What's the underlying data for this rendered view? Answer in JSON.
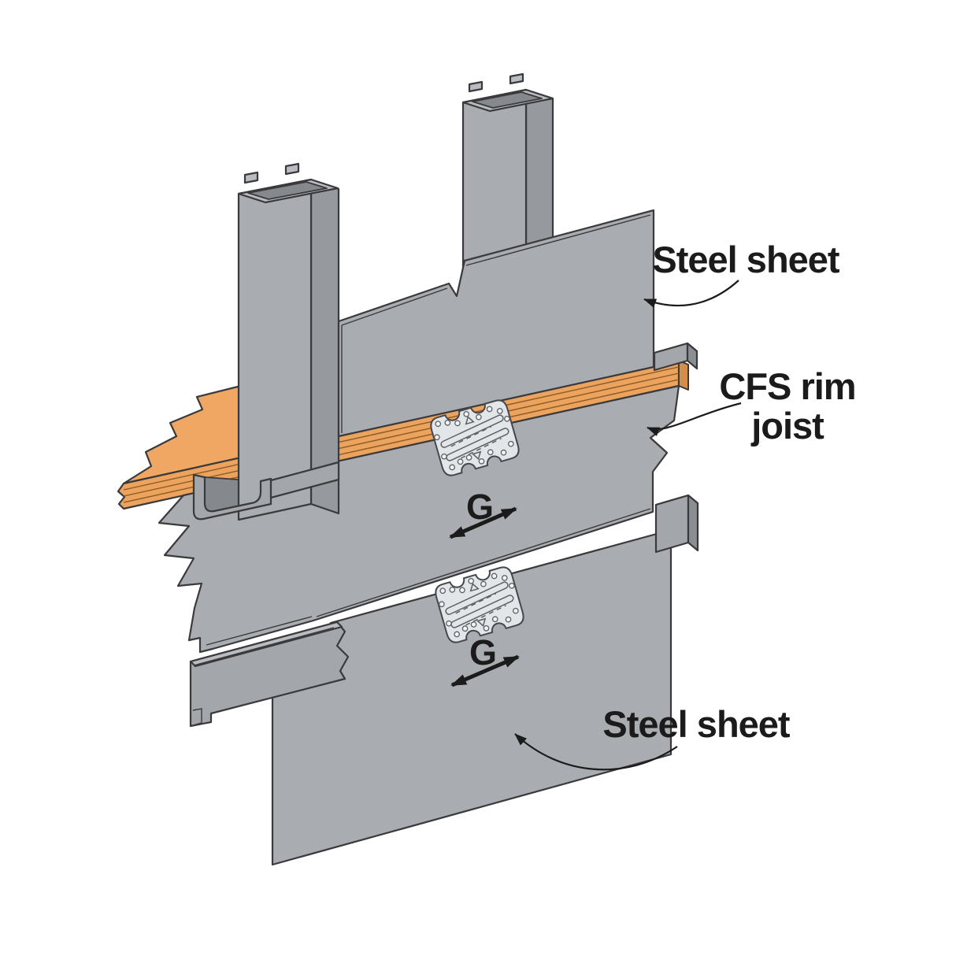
{
  "figure": {
    "background": "#ffffff",
    "labels": {
      "steel_sheet_top": "Steel sheet",
      "cfs_rim_line1": "CFS rim",
      "cfs_rim_line2": "joist",
      "steel_sheet_bottom": "Steel sheet",
      "shear_force": "G"
    },
    "colors": {
      "steel_panel": "#a9acb0",
      "steel_panel_light": "#b9bcc0",
      "steel_panel_dark": "#8f9296",
      "outline": "#3a3a3c",
      "plywood_face": "#f0a763",
      "plywood_edge": "#eba35d",
      "plywood_ply_line": "#8a5a28",
      "plywood_end": "#d28e4a",
      "connector_plate": "#e2e6e9",
      "label_text": "#1b1b1b"
    },
    "parts": [
      "cfs-stud-left",
      "cfs-stud-middle",
      "upper-steel-sheet",
      "floor-sheathing-plywood",
      "upper-wall-bottom-track",
      "cfs-rim-joist",
      "lower-wall-top-track",
      "lower-steel-sheet",
      "connector-plate-upper",
      "connector-plate-lower"
    ]
  }
}
